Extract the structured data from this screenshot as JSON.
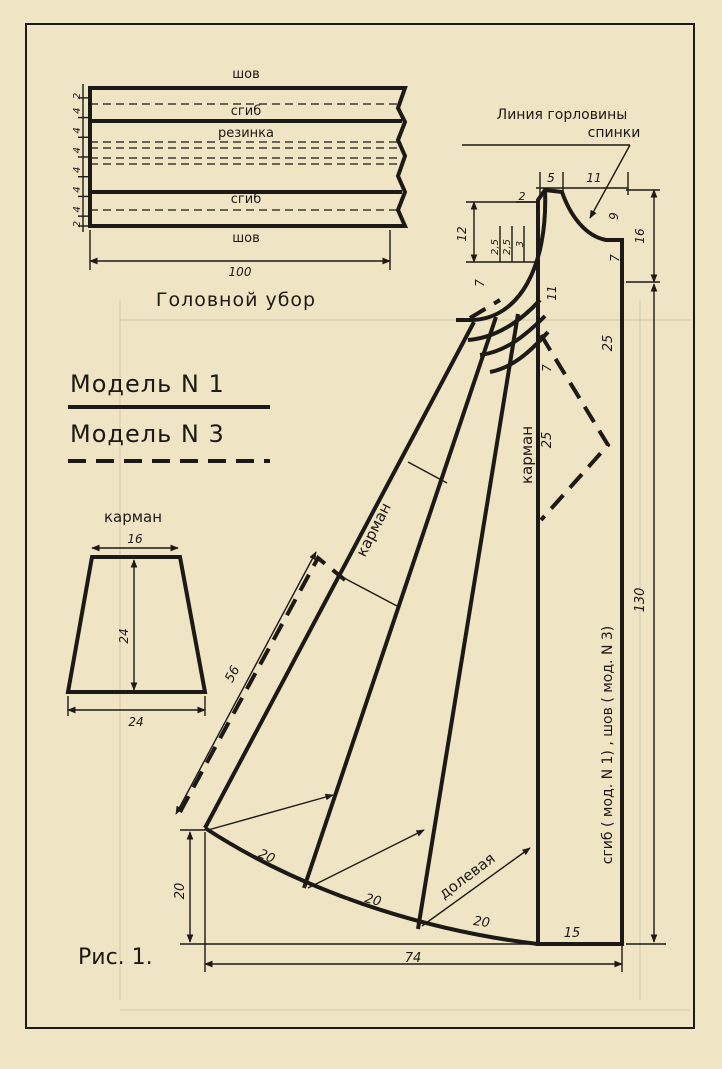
{
  "headwear": {
    "title": "Головной убор",
    "seam_top": "шов",
    "fold_top": "сгиб",
    "elastic": "резинка",
    "fold_bottom": "сгиб",
    "seam_bottom": "шов",
    "width": "100",
    "strip_heights": [
      "2",
      "4",
      "4",
      "4",
      "4",
      "4",
      "4",
      "2"
    ]
  },
  "legend": {
    "model1": "Модель N 1",
    "model3": "Модель N 3"
  },
  "pocket": {
    "title": "карман",
    "top_width": "16",
    "height": "24",
    "bottom_width": "24"
  },
  "main_pattern": {
    "neckline_label_line1": "Линия горловины",
    "neckline_label_line2": "спинки",
    "dim_neck_left": "5",
    "dim_neck_right": "11",
    "dim_top_2": "2",
    "dim_9": "9",
    "dim_16": "16",
    "dim_7_right": "7",
    "dim_12": "12",
    "dim_2_5_a": "2,5",
    "dim_2_5_b": "2,5",
    "dim_3": "3",
    "dim_7_left": "7",
    "dim_11": "11",
    "dim_25_upper": "25",
    "dim_7_mid": "7",
    "dim_25_pocket": "25",
    "pocket_label_right": "карман",
    "pocket_label_left": "карман",
    "dim_56": "56",
    "dim_130": "130",
    "fold_seam_label": "сгиб ( мод. N 1) , шов ( мод. N 3)",
    "grain_label": "долевая",
    "hem_20_a": "20",
    "hem_20_b": "20",
    "hem_20_c": "20",
    "hem_15": "15",
    "dim_20_left": "20",
    "dim_74": "74"
  },
  "figure_label": "Рис. 1."
}
